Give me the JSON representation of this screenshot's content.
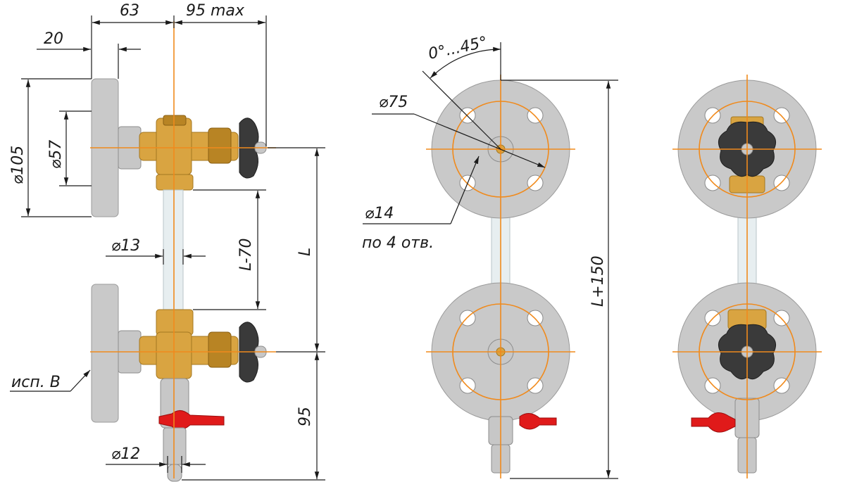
{
  "dimensions": {
    "d63": "63",
    "d95max": "95 max",
    "d20": "20",
    "dia105": "⌀105",
    "dia57": "⌀57",
    "dia13": "⌀13",
    "L70": "L-70",
    "L": "L",
    "isp": "исп. B",
    "d95": "95",
    "dia12": "⌀12",
    "angle": "0°...45°",
    "dia75": "⌀75",
    "dia14": "⌀14",
    "holes": "по 4 отв.",
    "L150": "L+150"
  },
  "colors": {
    "axis": "#f08a1c",
    "flange": "#c9c9c9",
    "brass": "#d9a441",
    "handle": "#3a3a3a",
    "valve_red": "#e01a1a"
  }
}
